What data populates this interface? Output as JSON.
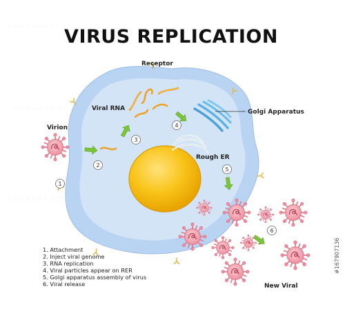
{
  "title": "VIRUS REPLICATION",
  "labels": {
    "receptor": "Receptor",
    "viral_rna": "Viral RNA",
    "golgi": "Golgi Apparatus",
    "virion": "Virion",
    "rough_er": "Rough ER",
    "new_viral": "New Viral"
  },
  "steps": [
    "1",
    "2",
    "3",
    "4",
    "5",
    "6"
  ],
  "legend": [
    "1. Attachment",
    "2. Inject viral genome",
    "3. RNA replication",
    "4. Viral particles appear on RER",
    "5. Golgi apparatus assembly of virus",
    "6. Viral release"
  ],
  "watermark": "#167907136",
  "colors": {
    "cell_outer": "#bcd6f2",
    "cell_inner": "#d3e4f6",
    "nucleus": "#f7b500",
    "virus": "#f3a6b1",
    "arrow": "#7cc43a",
    "golgi": "#6bb7e3",
    "rna": "#f0a830"
  }
}
